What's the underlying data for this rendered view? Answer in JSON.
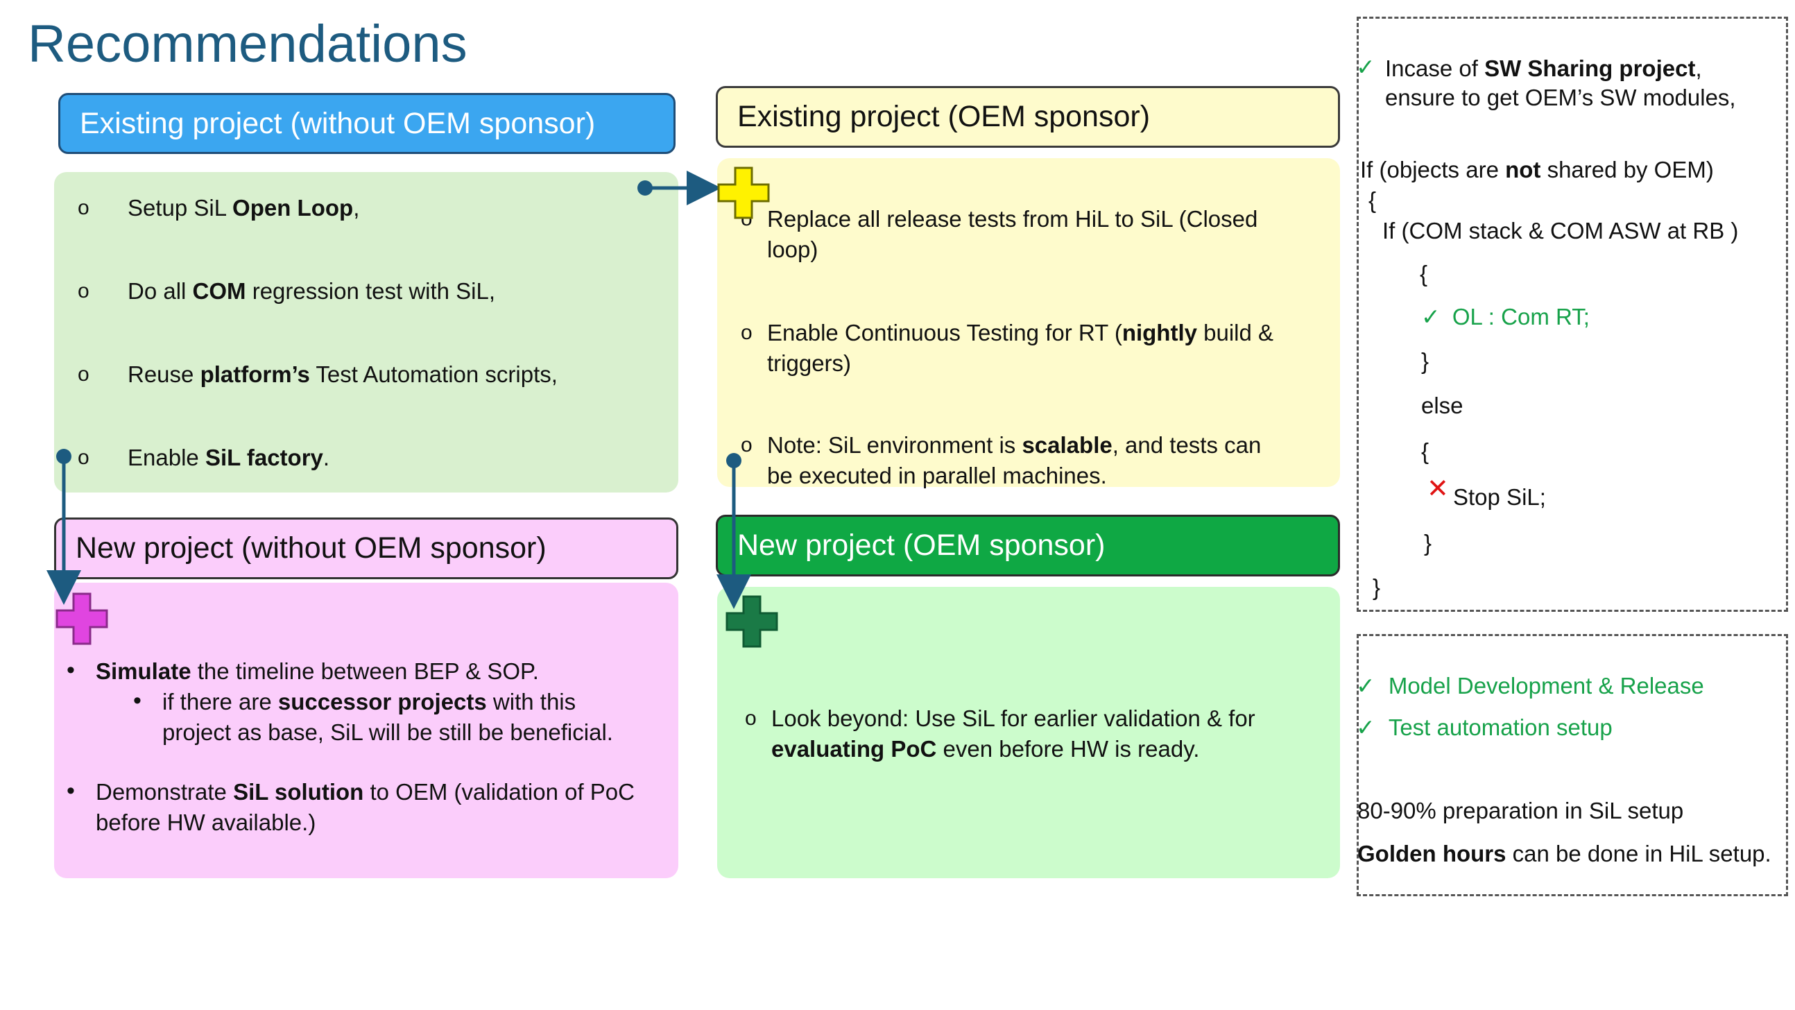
{
  "title": "Recommendations",
  "headers": {
    "top_left": "Existing project (without OEM sponsor)",
    "top_right": "Existing project (OEM sponsor)",
    "bottom_left": "New project (without OEM sponsor)",
    "bottom_right": "New project (OEM sponsor)"
  },
  "panel_tl": {
    "items": [
      {
        "pre": "Setup SiL ",
        "bold": "Open Loop",
        "post": ","
      },
      {
        "pre": "Do all ",
        "bold": "COM",
        "post": " regression test with SiL,"
      },
      {
        "pre": "Reuse ",
        "bold": "platform’s",
        "post": " Test Automation scripts,"
      },
      {
        "pre": "Enable ",
        "bold": "SiL factory",
        "post": "."
      }
    ]
  },
  "panel_tr": {
    "item1_l1": "Replace all release tests from HiL to SiL (Closed",
    "item1_l2": "loop)",
    "item2_l1_pre": "Enable Continuous Testing for RT (",
    "item2_l1_bold": "nightly",
    "item2_l1_post": " build &",
    "item2_l2": "triggers)",
    "item3_l1_pre": "Note: SiL environment is ",
    "item3_l1_bold": "scalable",
    "item3_l1_post": ", and tests can",
    "item3_l2": "be executed in parallel machines."
  },
  "panel_bl": {
    "b1_bold": "Simulate",
    "b1_post": " the timeline between BEP & SOP.",
    "sub_l1_pre": "if there are ",
    "sub_l1_bold": "successor projects",
    "sub_l1_post": " with this",
    "sub_l2": "project as base, SiL will be still be beneficial.",
    "b2_pre": "Demonstrate ",
    "b2_bold": "SiL solution",
    "b2_post": " to OEM (validation of PoC",
    "b2_l2": "before HW available.)"
  },
  "panel_br": {
    "l1": "Look beyond: Use SiL for earlier validation & for",
    "l2_bold": "evaluating PoC",
    "l2_post": " even before HW is ready."
  },
  "side_top": {
    "l1_pre": "Incase of ",
    "l1_bold": "SW Sharing project",
    "l1_post": ",",
    "l2": "ensure to get OEM’s SW modules,",
    "if1_pre": "If (objects are ",
    "if1_bold": "not",
    "if1_post": " shared by OEM)",
    "brace_open": "{",
    "if2": "If (COM stack & COM ASW at RB )",
    "brace2_open": "{",
    "ol_line": "OL : Com RT;",
    "brace2_close": "}",
    "else": "else",
    "brace3_open": "{",
    "stop_line": "Stop SiL;",
    "brace3_close": "}",
    "brace_close": "}"
  },
  "side_bot": {
    "check1": "Model Development & Release",
    "check2": "Test automation setup",
    "prep": "80-90% preparation in SiL setup",
    "golden_bold": "Golden hours",
    "golden_post": " can be done in HiL setup."
  },
  "icons": {
    "check": "✓",
    "x": "✕",
    "circle_bullet": "o",
    "dot_bullet": "•",
    "plus_yellow": "plus-icon",
    "plus_magenta": "plus-icon",
    "plus_green": "plus-icon"
  },
  "colors": {
    "title": "#1d5b80",
    "blue_header": "#3ba6f0",
    "green_header": "#0fa844",
    "panel_green": "#d9f0cf",
    "panel_yellow": "#fefbcc",
    "panel_pink": "#fbcdfb",
    "panel_mint": "#ccfccc",
    "arrow": "#1d5b80"
  }
}
